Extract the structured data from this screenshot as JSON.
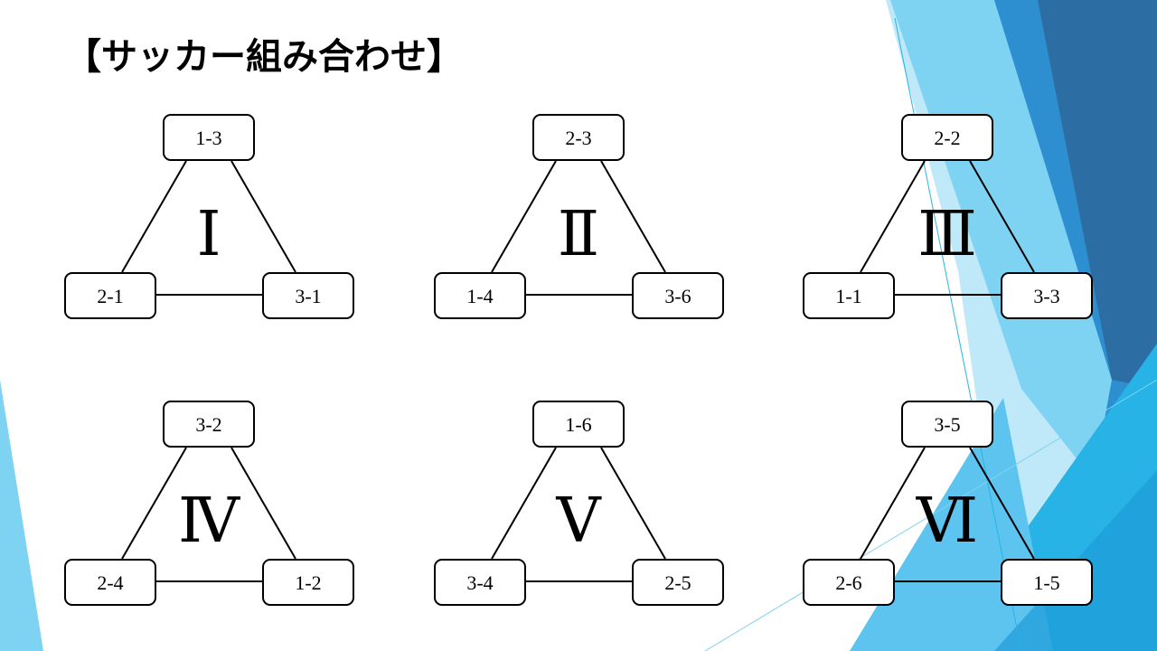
{
  "title": "【サッカー組み合わせ】",
  "colors": {
    "deep_blue": "#2c6ea3",
    "mid_blue": "#2e8fd0",
    "light_blue": "#7fd3f2",
    "pale_blue": "#bfe8f8",
    "cyan": "#27b3e6"
  },
  "groups": [
    {
      "label": "Ⅰ",
      "top": "1-3",
      "left": "2-1",
      "right": "3-1"
    },
    {
      "label": "Ⅱ",
      "top": "2-3",
      "left": "1-4",
      "right": "3-6"
    },
    {
      "label": "Ⅲ",
      "top": "2-2",
      "left": "1-1",
      "right": "3-3"
    },
    {
      "label": "Ⅳ",
      "top": "3-2",
      "left": "2-4",
      "right": "1-2"
    },
    {
      "label": "Ⅴ",
      "top": "1-6",
      "left": "3-4",
      "right": "2-5"
    },
    {
      "label": "Ⅵ",
      "top": "3-5",
      "left": "2-6",
      "right": "1-5"
    }
  ]
}
